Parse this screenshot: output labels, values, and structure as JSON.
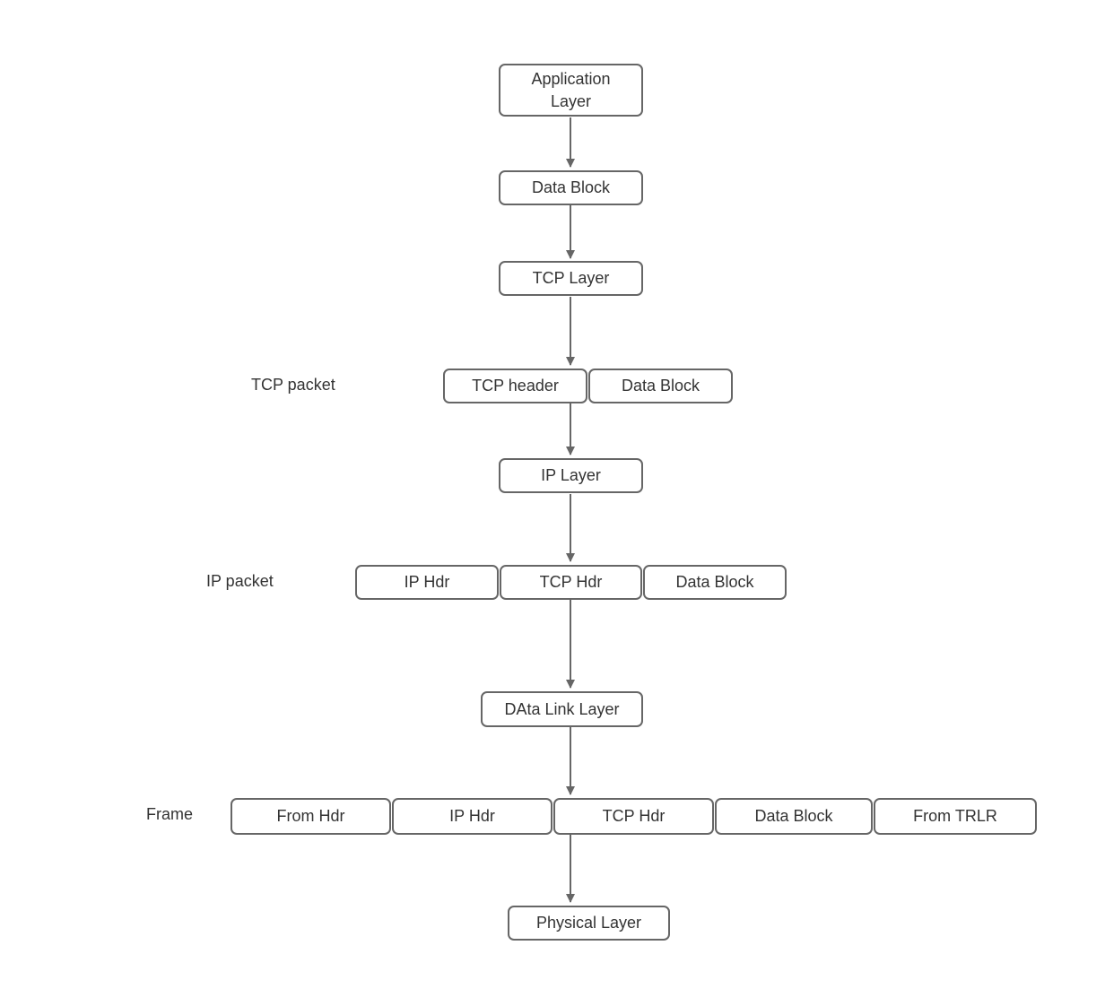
{
  "colors": {
    "background": "#ffffff",
    "node_border": "#666666",
    "node_fill": "#ffffff",
    "text": "#333333",
    "arrow": "#666666"
  },
  "flow": {
    "application_layer": {
      "label": "Application\nLayer"
    },
    "data_block": {
      "label": "Data Block"
    },
    "tcp_layer": {
      "label": "TCP Layer"
    },
    "tcp_packet": {
      "label": "TCP packet",
      "boxes": [
        "TCP header",
        "Data Block"
      ]
    },
    "ip_layer": {
      "label": "IP Layer"
    },
    "ip_packet": {
      "label": "IP packet",
      "boxes": [
        "IP Hdr",
        "TCP Hdr",
        "Data Block"
      ]
    },
    "data_link_layer": {
      "label": "DAta Link Layer"
    },
    "frame": {
      "label": "Frame",
      "boxes": [
        "From Hdr",
        "IP Hdr",
        "TCP Hdr",
        "Data Block",
        "From TRLR"
      ]
    },
    "physical_layer": {
      "label": "Physical Layer"
    }
  }
}
